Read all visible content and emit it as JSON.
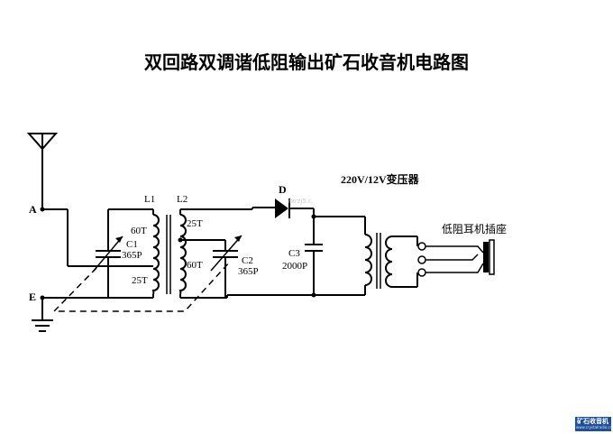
{
  "title": "双回路双调谐低阻输出矿石收音机电路图",
  "labels": {
    "antenna": "A",
    "earth": "E",
    "l1": "L1",
    "l2": "L2",
    "l1_top": "60T",
    "l1_bottom": "25T",
    "l2_top": "25T",
    "l2_bottom": "60T",
    "c1_name": "C1",
    "c1_value": "365P",
    "c2_name": "C2",
    "c2_value": "365P",
    "diode": "D",
    "c3_name": "C3",
    "c3_value": "2000P",
    "transformer": "220V/12V变压器",
    "jack": "低阻耳机插座"
  },
  "watermark": "rxrzj5.c.",
  "logo": {
    "name": "矿石收音机",
    "url": "www.crystalradio.cn"
  }
}
